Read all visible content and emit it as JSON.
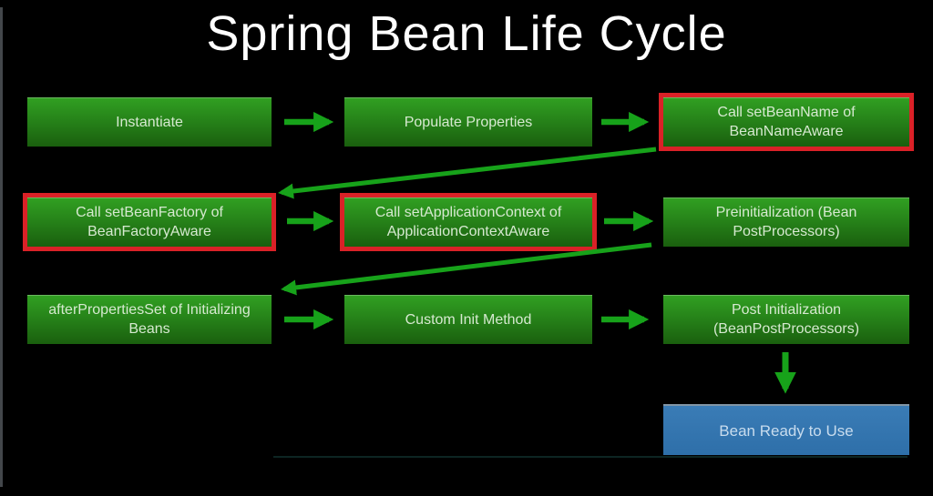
{
  "title": "Spring Bean Life Cycle",
  "colors": {
    "background": "#000000",
    "node_green_top": "#31a022",
    "node_green_bottom": "#1a5f0e",
    "node_text": "#d6e9d0",
    "arrow_green": "#17a21a",
    "highlight_red": "#da2127",
    "final_blue": "#2e6fa9",
    "final_text": "#c8dcee",
    "title_color": "#ffffff"
  },
  "nodes": [
    {
      "id": "instantiate",
      "label": "Instantiate",
      "highlighted": false
    },
    {
      "id": "populate-properties",
      "label": "Populate Properties",
      "highlighted": false
    },
    {
      "id": "set-bean-name",
      "label": "Call setBeanName of BeanNameAware",
      "highlighted": true
    },
    {
      "id": "set-bean-factory",
      "label": "Call setBeanFactory of BeanFactoryAware",
      "highlighted": true
    },
    {
      "id": "set-application-context",
      "label": "Call setApplicationContext of ApplicationContextAware",
      "highlighted": true
    },
    {
      "id": "preinitialization",
      "label": "Preinitialization (Bean PostProcessors)",
      "highlighted": false
    },
    {
      "id": "after-properties-set",
      "label": "afterPropertiesSet of Initializing Beans",
      "highlighted": false
    },
    {
      "id": "custom-init-method",
      "label": "Custom Init Method",
      "highlighted": false
    },
    {
      "id": "post-initialization",
      "label": "Post Initialization (BeanPostProcessors)",
      "highlighted": false
    },
    {
      "id": "bean-ready",
      "label": "Bean Ready to Use",
      "final": true
    }
  ],
  "edges": [
    {
      "from": "instantiate",
      "to": "populate-properties"
    },
    {
      "from": "populate-properties",
      "to": "set-bean-name"
    },
    {
      "from": "set-bean-name",
      "to": "set-bean-factory"
    },
    {
      "from": "set-bean-factory",
      "to": "set-application-context"
    },
    {
      "from": "set-application-context",
      "to": "preinitialization"
    },
    {
      "from": "preinitialization",
      "to": "after-properties-set"
    },
    {
      "from": "after-properties-set",
      "to": "custom-init-method"
    },
    {
      "from": "custom-init-method",
      "to": "post-initialization"
    },
    {
      "from": "post-initialization",
      "to": "bean-ready"
    }
  ]
}
